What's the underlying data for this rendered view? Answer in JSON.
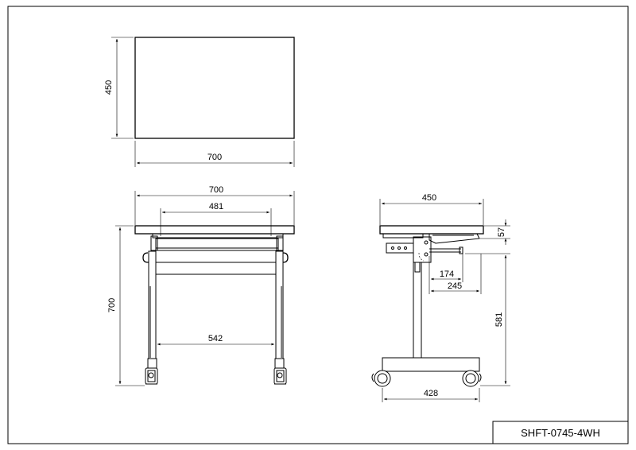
{
  "title_block": {
    "model": "SHFT-0745-4WH"
  },
  "top_view": {
    "depth": "450",
    "width": "700"
  },
  "front_view": {
    "overall_width": "700",
    "inner_width": "481",
    "leg_span": "542",
    "height": "700"
  },
  "side_view": {
    "depth": "450",
    "tilt_offset": "57",
    "bracket_short": "174",
    "bracket_long": "245",
    "column_height": "581",
    "base_depth": "428"
  }
}
